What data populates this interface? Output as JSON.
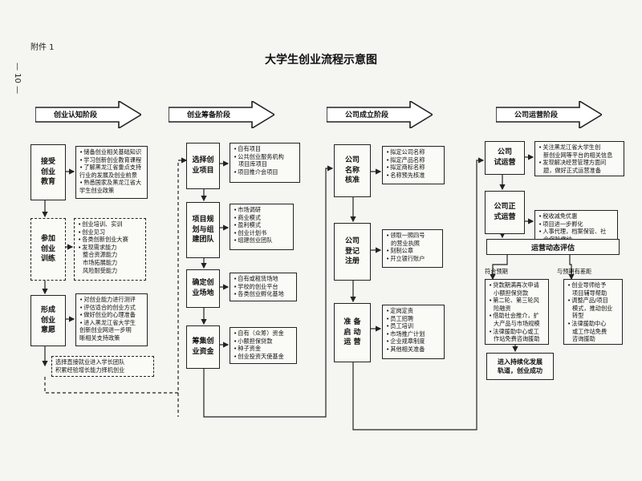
{
  "header": {
    "attachment": "附件 1",
    "page_number": "— 10 —",
    "title": "大学生创业流程示意图"
  },
  "phases": [
    "创业认知阶段",
    "创业筹备阶段",
    "公司成立阶段",
    "公司运营阶段"
  ],
  "col1": {
    "s1": {
      "name": [
        "接受",
        "创业",
        "教育"
      ],
      "items": [
        "储备创业相关基础知识",
        "学习创新创业教育课程",
        "了解黑龙江省重点支持",
        "行业的发展及创业前景",
        "熟悉国家及黑龙江省大",
        "学生创业政策"
      ]
    },
    "s2": {
      "name": [
        "参加",
        "创业",
        "训练"
      ],
      "items": [
        "创业培训、实训",
        "创业见习",
        "各类创新创业大赛",
        "发现需求能力",
        "整合资源能力",
        "市场拓展能力",
        "风险耐受能力"
      ]
    },
    "s3": {
      "name": [
        "形成",
        "创业",
        "意愿"
      ],
      "items": [
        "对创业能力进行测评",
        "评估适合的创业方式",
        "做好创业的心理准备",
        "进入黑龙江省大学生",
        "创新创业网进一步明",
        "晰相关支持政策"
      ]
    },
    "note": [
      "选择直接就业进入学长团队",
      "积累经验增长能力择机创业"
    ]
  },
  "col2": {
    "s1": {
      "name": [
        "选择创",
        "业项目"
      ],
      "items": [
        "自有项目",
        "公共创业服务机构",
        "项目库项目",
        "项目推介会项目"
      ]
    },
    "s2": {
      "name": [
        "项目规",
        "划与组",
        "建团队"
      ],
      "items": [
        "市场调研",
        "商业模式",
        "盈利模式",
        "创业计划书",
        "组建创业团队"
      ]
    },
    "s3": {
      "name": [
        "确定创",
        "业场地"
      ],
      "items": [
        "自有或租赁场地",
        "学校的创业平台",
        "各类创业孵化基地"
      ]
    },
    "s4": {
      "name": [
        "筹集创",
        "业资金"
      ],
      "items": [
        "自有（众筹）资金",
        "小额担保贷款",
        "种子资金",
        "创业投资天使基金"
      ]
    }
  },
  "col3": {
    "s1": {
      "name": [
        "公司",
        "名称",
        "核准"
      ],
      "items": [
        "拟定公司名称",
        "拟定产品名称",
        "拟定商标名称",
        "名称预先核准"
      ]
    },
    "s2": {
      "name": [
        "公司",
        "登记",
        "注册"
      ],
      "items": [
        "领取一照四号",
        "的营业执照",
        "刻制公章",
        "开立银行账户"
      ]
    },
    "s3": {
      "name": [
        "准 备",
        "启 动",
        "运 营"
      ],
      "items": [
        "定岗定责",
        "员工招聘",
        "员工培训",
        "市场推广计划",
        "企业规章制度",
        "其他相关准备"
      ]
    }
  },
  "col4": {
    "s1": {
      "name": [
        "公司",
        "试运营"
      ],
      "items": [
        "关注黑龙江省大学生创",
        "新创业网等平台的相关信息",
        "发现解决经营管理方面问",
        "题，做好正式运营准备"
      ]
    },
    "s2": {
      "name": [
        "公司正",
        "式运营"
      ],
      "items": [
        "税收减免优惠",
        "项目进一步孵化",
        "人事代理，档案保管、社",
        "会保险缴纳"
      ]
    },
    "eval": "运营动态评估",
    "match_label": "符合预期",
    "mismatch_label": "与预期有差距",
    "match_items": [
      "贷款期满再次申请",
      "小额担保贷款",
      "第二轮、第三轮风",
      "险融资",
      "借助社会推介，扩",
      "大产品与市场规模",
      "法律援助中心或工",
      "作站免费咨询援助"
    ],
    "mismatch_items": [
      "创业导师给予",
      "项目辅导帮助",
      "调整产品/项目",
      "模式，推动创业",
      "转型",
      "法律援助中心",
      "或工作站免费",
      "咨询援助"
    ],
    "final": [
      "进入持续化发展",
      "轨道，创业成功"
    ]
  }
}
